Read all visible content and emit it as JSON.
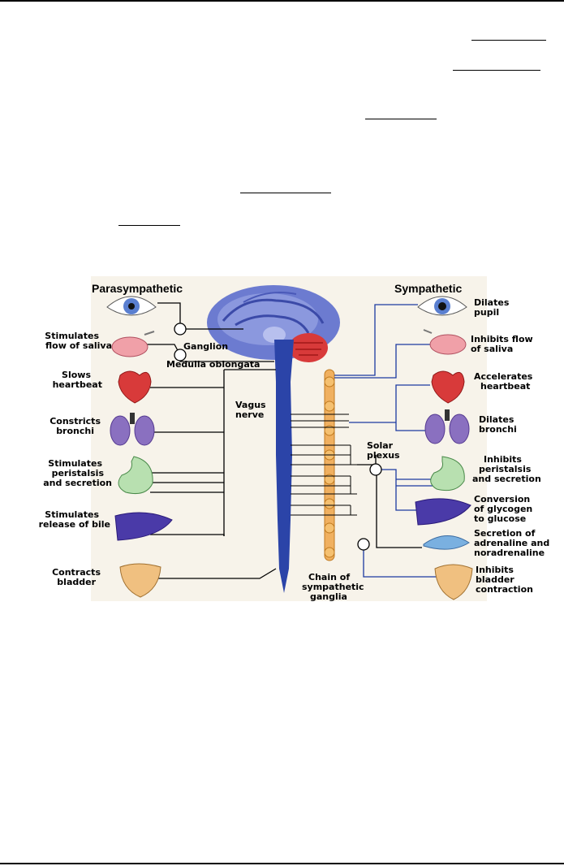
{
  "diagram": {
    "headers": {
      "left": "Parasympathetic",
      "right": "Sympathetic"
    },
    "left_labels": [
      [
        "Stimulates",
        "flow of saliva"
      ],
      [
        "Slows",
        "heartbeat"
      ],
      [
        "Constricts",
        "bronchi"
      ],
      [
        "Stimulates",
        "peristalsis",
        "and secretion"
      ],
      [
        "Stimulates",
        "release of bile"
      ],
      [
        "Contracts",
        "bladder"
      ]
    ],
    "right_labels": [
      [
        "Dilates",
        "pupil"
      ],
      [
        "Inhibits flow",
        "of saliva"
      ],
      [
        "Accelerates",
        "heartbeat"
      ],
      [
        "Dilates",
        "bronchi"
      ],
      [
        "Inhibits",
        "peristalsis",
        "and secretion"
      ],
      [
        "Conversion",
        "of glycogen",
        "to glucose"
      ],
      [
        "Secretion of",
        "adrenaline and",
        "noradrenaline"
      ],
      [
        "Inhibits",
        "bladder",
        "contraction"
      ]
    ],
    "center_labels": {
      "ganglion": "Ganglion",
      "medulla": "Medulla oblongata",
      "vagus": [
        "Vagus",
        "nerve"
      ],
      "solar": [
        "Solar",
        "plexus"
      ],
      "chain": [
        "Chain of",
        "sympathetic",
        "ganglia"
      ]
    },
    "colors": {
      "brain": "#5f6fc4",
      "cord": "#2b44a8",
      "chain": "#f0b060",
      "nerve_left": "#000000",
      "nerve_right": "#1c3aa0"
    }
  }
}
